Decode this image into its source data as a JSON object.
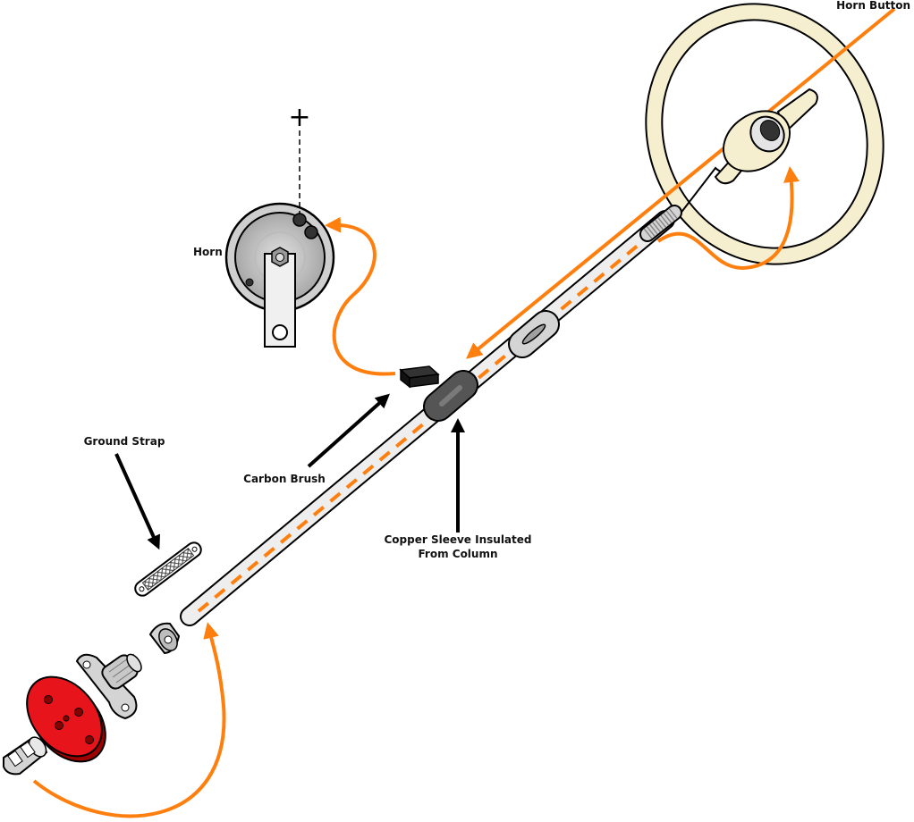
{
  "labels": {
    "horn_button": "Horn Button",
    "horn": "Horn",
    "plus_sign": "+",
    "ground_strap": "Ground Strap",
    "carbon_brush": "Carbon Brush",
    "copper_sleeve_line1": "Copper Sleeve Insulated",
    "copper_sleeve_line2": "From Column"
  },
  "colors": {
    "current_path": "#ff7f0e",
    "outline": "#000000",
    "column_fill": "#eeeeee",
    "wheel_fill": "#f6efcf",
    "coupler_fill": "#e8141b",
    "metal_fill": "#d4d4d4",
    "sleeve_fill": "#555555",
    "brush_fill": "#111111"
  },
  "icons": {
    "horn": "horn-icon",
    "steering_wheel": "steering-wheel-icon",
    "column": "steering-column-icon"
  }
}
